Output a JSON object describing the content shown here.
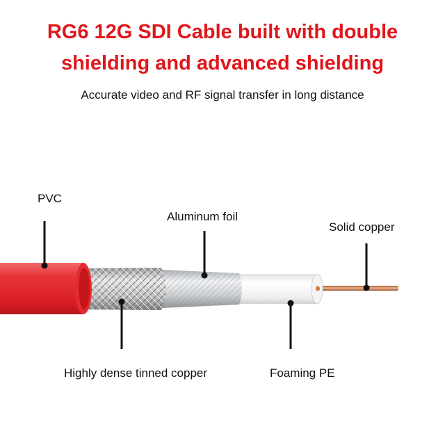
{
  "title": {
    "line1": "RG6 12G SDI Cable built with double",
    "line2": "shielding and advanced shielding"
  },
  "subtitle": "Accurate video and RF signal transfer in long distance",
  "labels": {
    "pvc": "PVC",
    "aluminum_foil": "Aluminum foil",
    "solid_copper": "Solid copper",
    "tinned_copper": "Highly dense tinned copper",
    "foaming_pe": "Foaming PE"
  },
  "colors": {
    "title": "#e0161b",
    "jacket": "#e5262c",
    "braid": "#b9b9b9",
    "foil": "#d6d8da",
    "dielectric": "#f7f7f7",
    "conductor": "#c97a4a"
  }
}
